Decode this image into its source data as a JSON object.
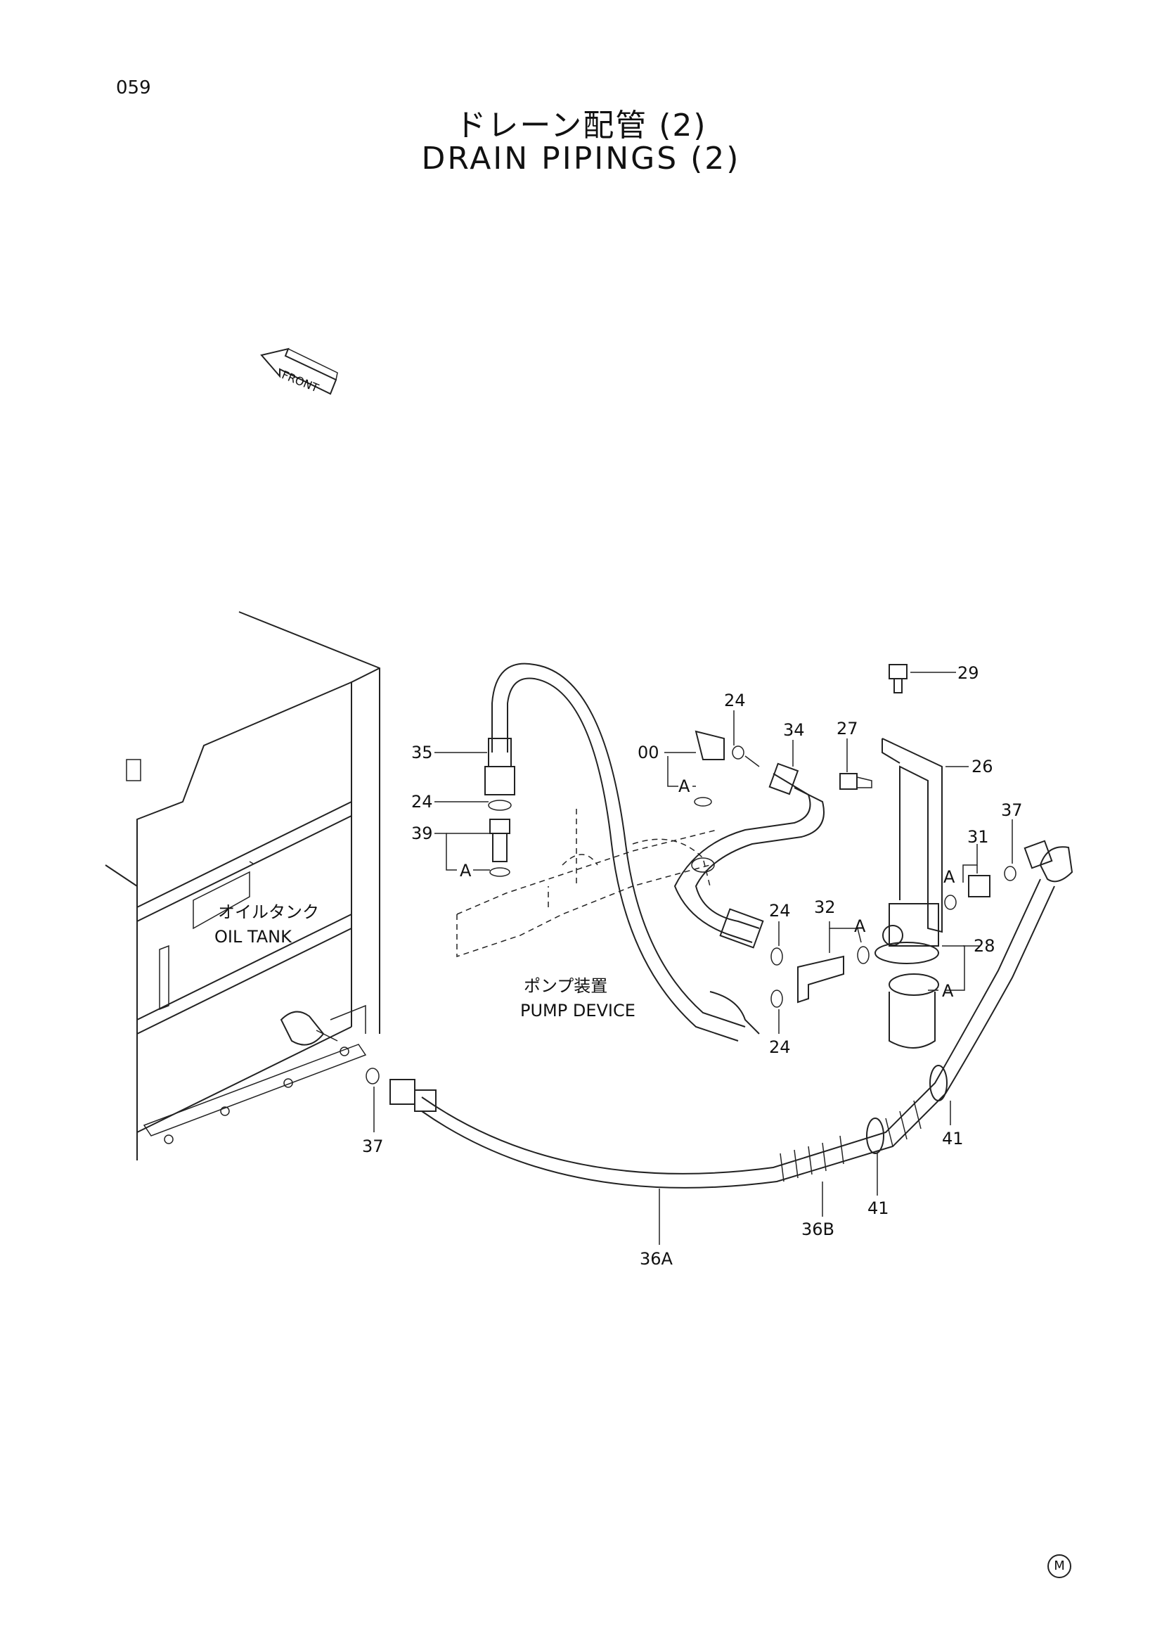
{
  "page": {
    "number": "059"
  },
  "title": {
    "jp": "ドレーン配管 (2)",
    "en": "DRAIN PIPINGS (2)"
  },
  "front_arrow": {
    "label": "FRONT"
  },
  "labels": {
    "oil_tank_jp": "オイルタンク",
    "oil_tank_en": "OIL TANK",
    "pump_jp": "ポンプ装置",
    "pump_en": "PUMP DEVICE"
  },
  "callouts": {
    "c35": "35",
    "c24a": "24",
    "c39": "39",
    "cA1": "A",
    "c24b": "24",
    "c00": "00",
    "cA2": "A",
    "c34": "34",
    "c27": "27",
    "c29": "29",
    "c26": "26",
    "c31": "31",
    "c37a": "37",
    "cA3": "A",
    "c32": "32",
    "cA4": "A",
    "c24c": "24",
    "c24d": "24",
    "c28": "28",
    "cA5": "A",
    "c37b": "37",
    "c36A": "36A",
    "c36B": "36B",
    "c41a": "41",
    "c41b": "41"
  },
  "footer_mark": "M"
}
